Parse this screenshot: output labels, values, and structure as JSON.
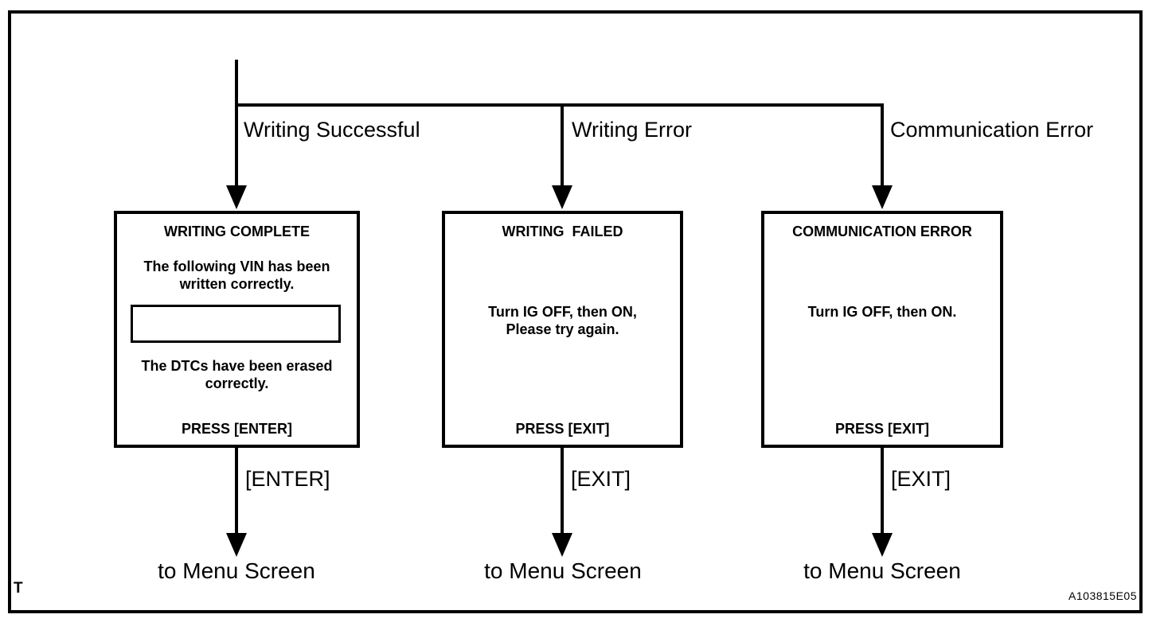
{
  "diagram": {
    "type": "flowchart",
    "corner_label": "T",
    "figure_code": "A103815E05",
    "colors": {
      "line": "#000000",
      "background": "#ffffff"
    },
    "branches": [
      {
        "condition": "Writing Successful",
        "box": {
          "title": "WRITING COMPLETE",
          "body_top": "The following VIN has been\nwritten correctly.",
          "vin_field_value": "",
          "body_bottom": "The DTCs have been erased\ncorrectly.",
          "press": "PRESS [ENTER]"
        },
        "key_label": "[ENTER]",
        "destination": "to Menu Screen"
      },
      {
        "condition": "Writing Error",
        "box": {
          "title": "WRITING  FAILED",
          "body": "Turn IG OFF, then ON,\nPlease try again.",
          "press": "PRESS [EXIT]"
        },
        "key_label": "[EXIT]",
        "destination": "to Menu Screen"
      },
      {
        "condition": "Communication Error",
        "box": {
          "title": "COMMUNICATION ERROR",
          "body": "Turn IG OFF, then ON.",
          "press": "PRESS [EXIT]"
        },
        "key_label": "[EXIT]",
        "destination": "to Menu Screen"
      }
    ]
  }
}
